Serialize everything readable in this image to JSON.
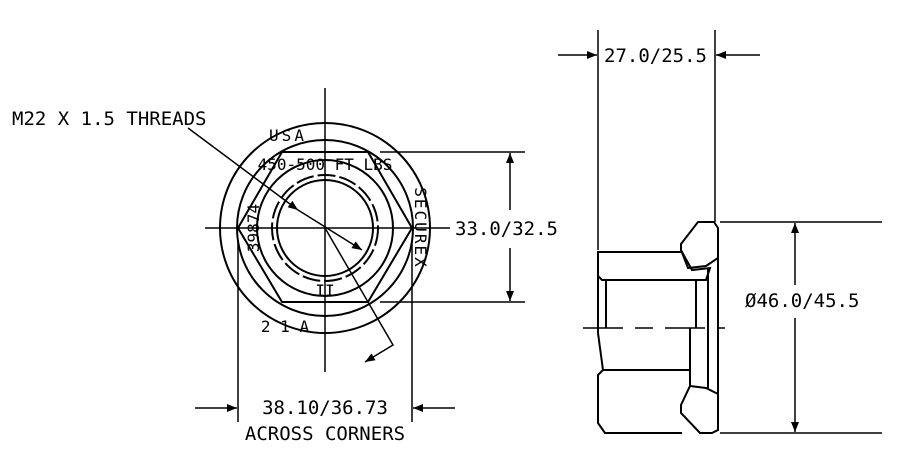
{
  "labels": {
    "thread": "M22 X 1.5 THREADS",
    "hex_flats": "33.0/32.5",
    "across_corners_value": "38.10/36.73",
    "across_corners_caption": "ACROSS CORNERS",
    "width": "27.0/25.5",
    "diameter": "Ø46.0/45.5"
  },
  "stamp": {
    "outer_left": "USA",
    "outer_right": "SECUREX",
    "outer_bottom": "2 1 A",
    "inner_top": "450-500 FT LBS",
    "inner_left": "39874",
    "inner_bottom": "II"
  },
  "colors": {
    "line": "#000000",
    "background": "#ffffff"
  }
}
